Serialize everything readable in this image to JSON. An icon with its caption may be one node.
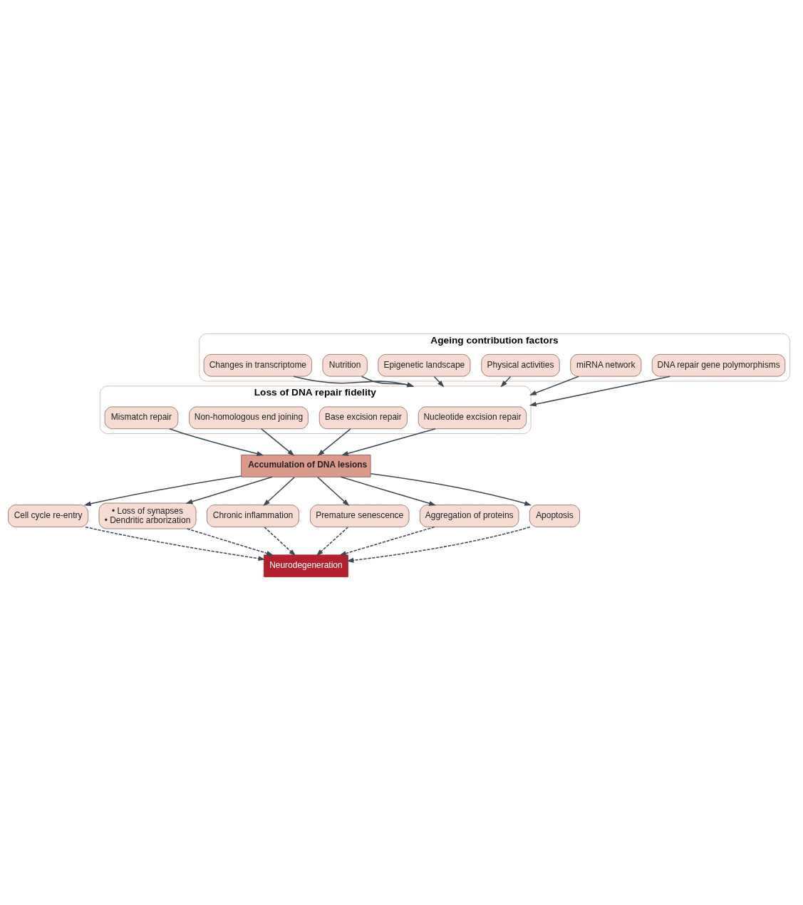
{
  "diagram": {
    "nodes": [
      {
        "text": [
          "Ageing contribution factors"
        ]
      },
      {
        "text": [
          "DNA repair gene polymorphisms"
        ],
        "in": 0
      },
      {
        "text": [
          "miRNA network"
        ],
        "in": 0
      },
      {
        "text": [
          "Physical activities"
        ],
        "in": 0
      },
      {
        "text": [
          "Epigenetic landscape"
        ],
        "in": 0
      },
      {
        "text": [
          "Nutrition"
        ],
        "in": 0
      },
      {
        "text": [
          "Changes in transcriptome"
        ],
        "in": 0
      },
      {
        "text": [
          "Loss of DNA repair fidelity"
        ]
      },
      {
        "text": [
          "Nucleotide excision repair"
        ],
        "in": 7
      },
      {
        "text": [
          "Base excision repair"
        ],
        "in": 7
      },
      {
        "text": [
          "Non-homologous end joining"
        ],
        "in": 7
      },
      {
        "text": [
          "Mismatch repair"
        ],
        "in": 7
      },
      {
        "text": [
          "Accumulation of DNA lesions"
        ]
      },
      {
        "text": [
          "Cell cycle re-entry"
        ]
      },
      {
        "text": [
          "• Loss of synapses",
          "• Dendritic arborization"
        ]
      },
      {
        "text": [
          "Chronic inflammation"
        ]
      },
      {
        "text": [
          "Premature senescence"
        ]
      },
      {
        "text": [
          "Aggregation of proteins"
        ]
      },
      {
        "text": [
          "Apoptosis"
        ]
      },
      {
        "text": [
          "Neurodegeneration"
        ]
      }
    ],
    "edges": [
      {
        "from": 1,
        "to": 7,
        "arrow": "to"
      },
      {
        "from": 2,
        "to": 7,
        "arrow": "to"
      },
      {
        "from": 3,
        "to": 7,
        "arrow": "to"
      },
      {
        "from": 4,
        "to": 7,
        "arrow": "to"
      },
      {
        "from": 5,
        "to": 7,
        "arrow": "to"
      },
      {
        "from": 6,
        "to": 7,
        "arrow": "to"
      },
      {
        "from": 8,
        "to": 12,
        "arrow": "to"
      },
      {
        "from": 9,
        "to": 12,
        "arrow": "to"
      },
      {
        "from": 10,
        "to": 12,
        "arrow": "to"
      },
      {
        "from": 11,
        "to": 12,
        "arrow": "to"
      },
      {
        "from": 12,
        "to": 13,
        "arrow": "to"
      },
      {
        "from": 12,
        "to": 14,
        "arrow": "to"
      },
      {
        "from": 12,
        "to": 15,
        "arrow": "to"
      },
      {
        "from": 12,
        "to": 16,
        "arrow": "to"
      },
      {
        "from": 12,
        "to": 17,
        "arrow": "to"
      },
      {
        "from": 12,
        "to": 18,
        "arrow": "to"
      },
      {
        "from": 13,
        "to": 19,
        "arrow": "to",
        "style": "dashed"
      },
      {
        "from": 14,
        "to": 19,
        "arrow": "to",
        "style": "dashed"
      },
      {
        "from": 15,
        "to": 19,
        "arrow": "to",
        "style": "dashed"
      },
      {
        "from": 16,
        "to": 19,
        "arrow": "to",
        "style": "dashed"
      },
      {
        "from": 17,
        "to": 19,
        "arrow": "to",
        "style": "dashed"
      },
      {
        "from": 18,
        "to": 19,
        "arrow": "to",
        "style": "dashed"
      }
    ]
  }
}
